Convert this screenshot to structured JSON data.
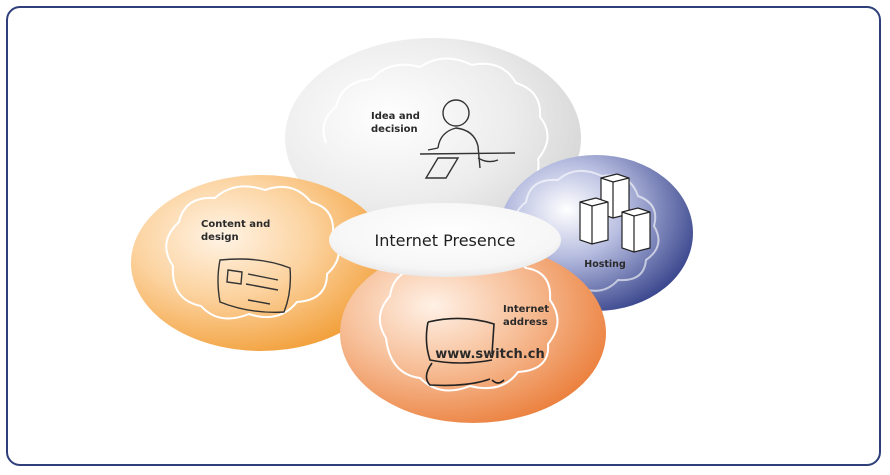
{
  "diagram": {
    "center_label": "Internet Presence",
    "bubbles": [
      {
        "id": "idea",
        "label_line1": "Idea and",
        "label_line2": "decision",
        "icon": "person-at-desk-icon",
        "color": "#e6e6e6"
      },
      {
        "id": "content",
        "label_line1": "Content and",
        "label_line2": "design",
        "icon": "document-card-icon",
        "color": "#f4a34a"
      },
      {
        "id": "hosting",
        "label_line1": "Hosting",
        "icon": "servers-icon",
        "color": "#3d4a93"
      },
      {
        "id": "address",
        "label_line1": "Internet",
        "label_line2": "address",
        "icon": "monitor-icon",
        "url": "www.switch.ch",
        "color": "#ee8a4a"
      }
    ]
  }
}
